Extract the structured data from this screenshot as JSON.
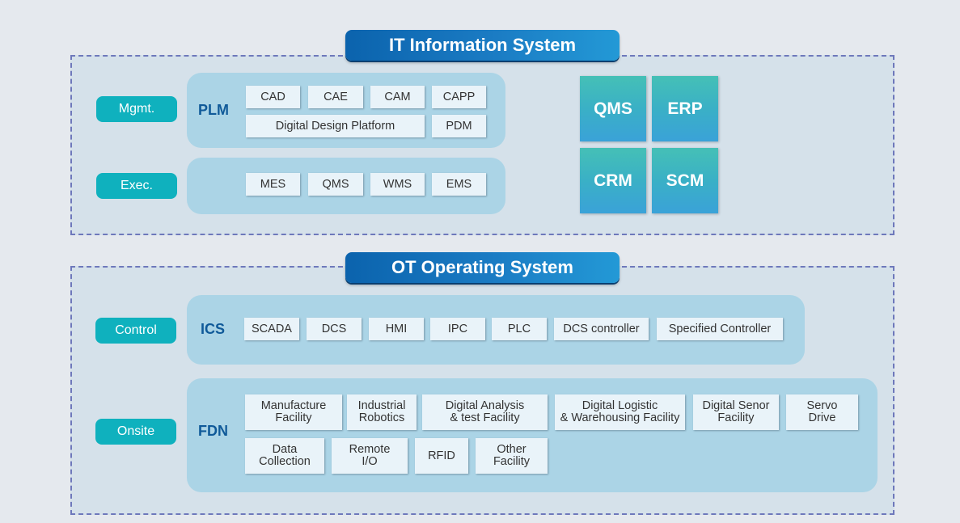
{
  "it_system": {
    "title": "IT Information System",
    "rows": {
      "mgmt": {
        "label": "Mgmt.",
        "group": "PLM",
        "items": [
          "CAD",
          "CAE",
          "CAM",
          "CAPP",
          "Digital Design Platform",
          "PDM"
        ]
      },
      "exec": {
        "label": "Exec.",
        "items": [
          "MES",
          "QMS",
          "WMS",
          "EMS"
        ]
      }
    },
    "enterprise_tiles": [
      "QMS",
      "ERP",
      "CRM",
      "SCM"
    ]
  },
  "ot_system": {
    "title": "OT Operating System",
    "rows": {
      "control": {
        "label": "Control",
        "group": "ICS",
        "items": [
          "SCADA",
          "DCS",
          "HMI",
          "IPC",
          "PLC",
          "DCS controller",
          "Specified Controller"
        ]
      },
      "onsite": {
        "label": "Onsite",
        "group": "FDN",
        "items": [
          "Manufacture\nFacility",
          "Industrial\nRobotics",
          "Digital Analysis\n& test Facility",
          "Digital Logistic\n& Warehousing Facility",
          "Digital Senor\nFacility",
          "Servo\nDrive",
          "Data\nCollection",
          "Remote\nI/O",
          "RFID",
          "Other\nFacility"
        ]
      }
    }
  },
  "colors": {
    "frame_border": "#6e78bb",
    "title_banner": "#1b7cc4",
    "pill": "#0fb1be",
    "panel": "#abd4e6",
    "group_label": "#105a99",
    "tile_top": "#45c0b6",
    "tile_bottom": "#3aa2d8"
  }
}
